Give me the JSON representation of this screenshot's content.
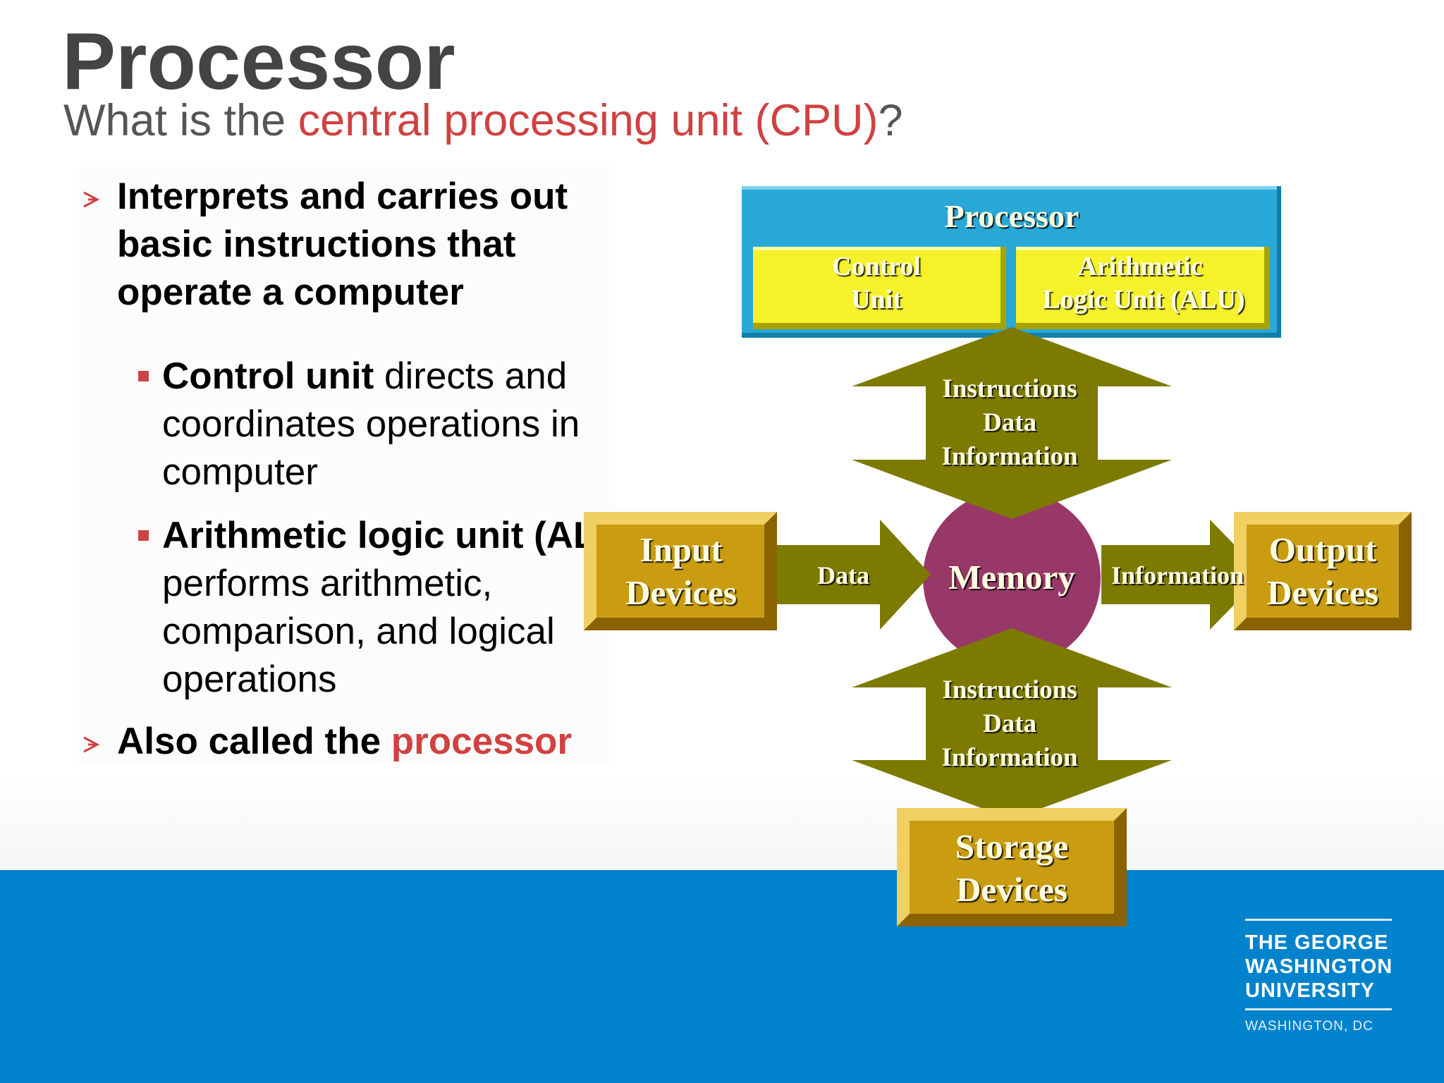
{
  "slide": {
    "title": "Processor",
    "subtitle_plain": "What is the ",
    "subtitle_accent": "central processing unit (CPU)",
    "subtitle_end": "?"
  },
  "bullets": {
    "b1": "Interprets and carries out basic instructions that operate a computer",
    "s1_bold": "Control unit",
    "s1_rest": " directs and coordinates operations in computer",
    "s2_bold": "Arithmetic logic unit (ALU)",
    "s2_rest": " performs arithmetic, comparison, and logical operations",
    "b2_plain": "Also called the ",
    "b2_accent": "processor"
  },
  "diagram": {
    "processor": "Processor",
    "control_unit": [
      "Control",
      "Unit"
    ],
    "alu": [
      "Arithmetic",
      "Logic Unit (ALU)"
    ],
    "memory": "Memory",
    "input": [
      "Input",
      "Devices"
    ],
    "output": [
      "Output",
      "Devices"
    ],
    "storage": [
      "Storage",
      "Devices"
    ],
    "arrow_input": "Data",
    "arrow_output": "Information",
    "arrow_upper": [
      "Instructions",
      "Data",
      "Information"
    ],
    "arrow_lower": [
      "Instructions",
      "Data",
      "Information"
    ]
  },
  "logo": {
    "lines": [
      "THE GEORGE",
      "WASHINGTON",
      "UNIVERSITY"
    ],
    "city": "WASHINGTON, DC"
  },
  "colors": {
    "accent": "#d04141",
    "footer": "#0083cc",
    "processor_box": "#28a8d6",
    "unit_box": "#f5f12a",
    "device_box": "#c99c12",
    "arrow": "#7d7a00",
    "memory": "#983868",
    "diagram_text_light": "#fffde0"
  }
}
